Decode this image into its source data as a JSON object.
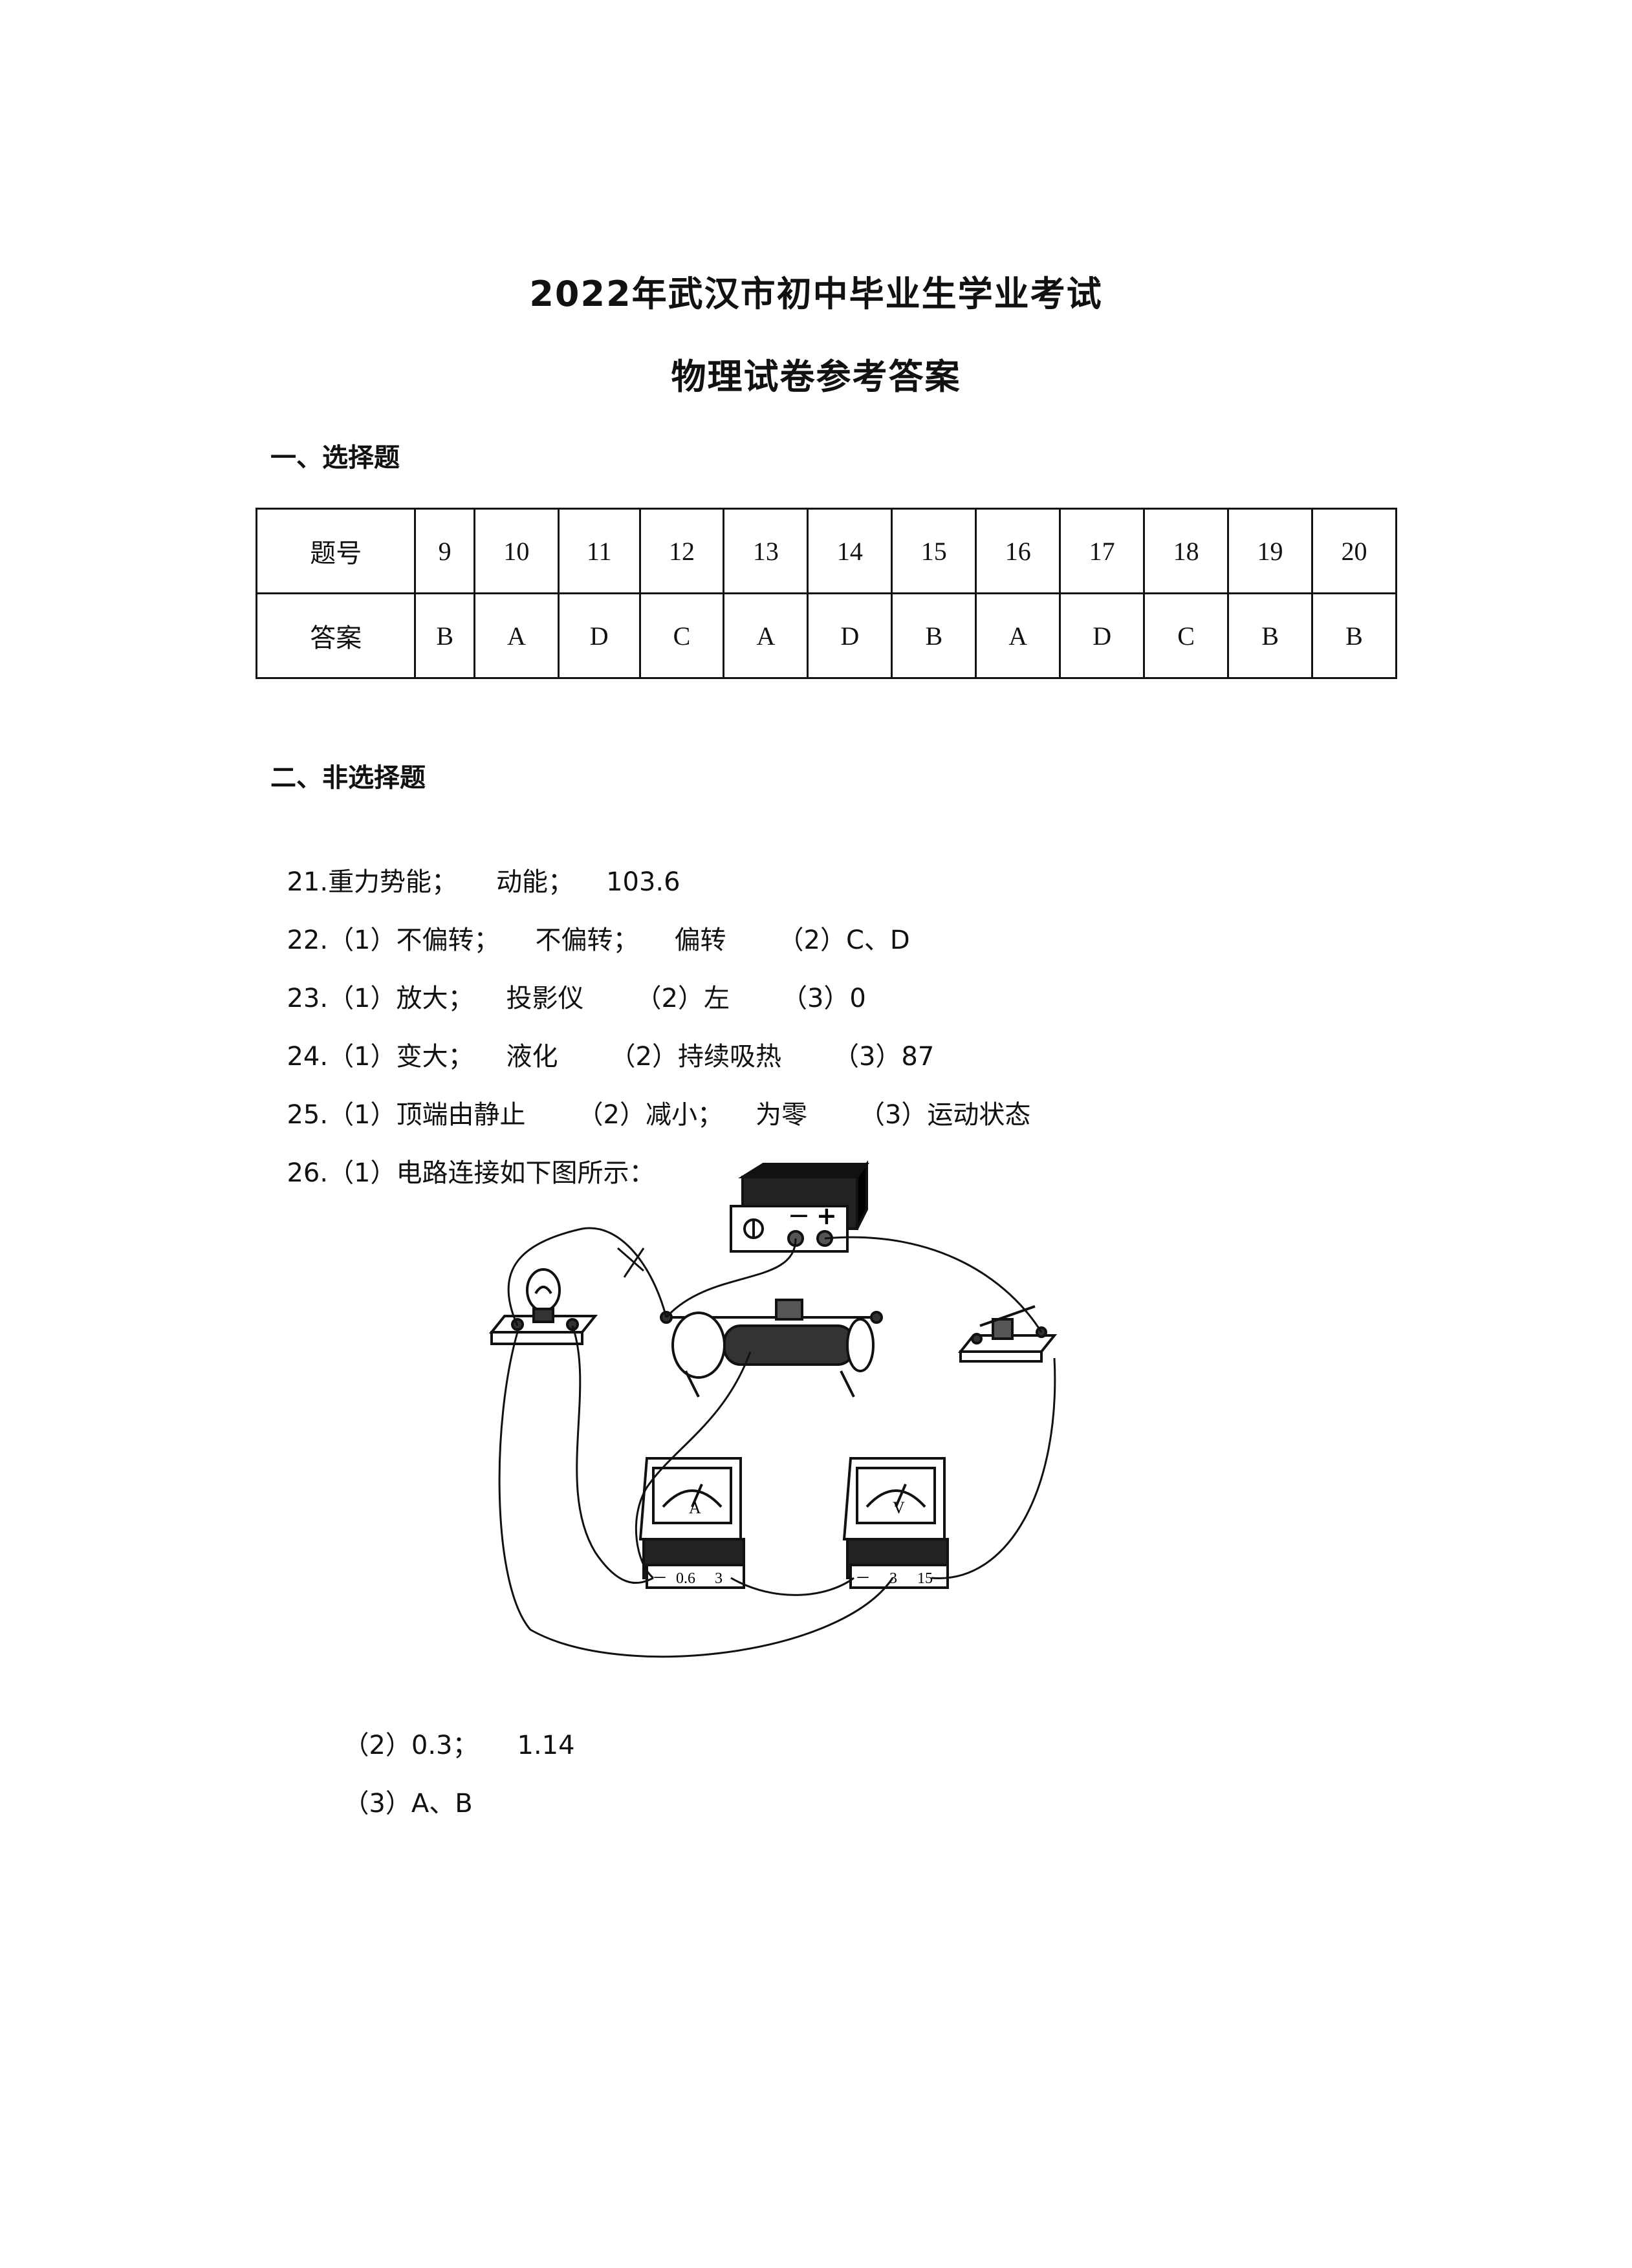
{
  "title": "2022年武汉市初中毕业生学业考试",
  "subtitle": "物理试卷参考答案",
  "section1": {
    "heading": "一、选择题",
    "row_labels": [
      "题号",
      "答案"
    ],
    "numbers": [
      "9",
      "10",
      "11",
      "12",
      "13",
      "14",
      "15",
      "16",
      "17",
      "18",
      "19",
      "20"
    ],
    "answers": [
      "B",
      "A",
      "D",
      "C",
      "A",
      "D",
      "B",
      "A",
      "D",
      "C",
      "B",
      "B"
    ]
  },
  "section2": {
    "heading": "二、非选择题",
    "q21": {
      "num": "21.",
      "parts": [
        "重力势能；",
        "动能；",
        "103.6"
      ]
    },
    "q22": {
      "num": "22.",
      "parts": [
        "（1）不偏转；",
        "不偏转；",
        "偏转",
        "（2）C、D"
      ]
    },
    "q23": {
      "num": "23.",
      "parts": [
        "（1）放大；",
        "投影仪",
        "（2）左",
        "（3）0"
      ]
    },
    "q24": {
      "num": "24.",
      "parts": [
        "（1）变大；",
        "液化",
        "（2）持续吸热",
        "（3）87"
      ]
    },
    "q25": {
      "num": "25.",
      "parts": [
        "（1）顶端由静止",
        "（2）减小；",
        "为零",
        "（3）运动状态"
      ]
    },
    "q26": {
      "num": "26.",
      "part1": "（1）电路连接如下图所示：",
      "part2": [
        "（2）0.3；",
        "1.14"
      ],
      "part3": "（3）A、B"
    }
  },
  "diagram": {
    "power_supply_minus": "－",
    "power_supply_plus": "+",
    "ammeter_letter": "A",
    "ammeter_terminals": [
      "－",
      "0.6",
      "3"
    ],
    "voltmeter_letter": "V",
    "voltmeter_terminals": [
      "－",
      "3",
      "15"
    ]
  }
}
